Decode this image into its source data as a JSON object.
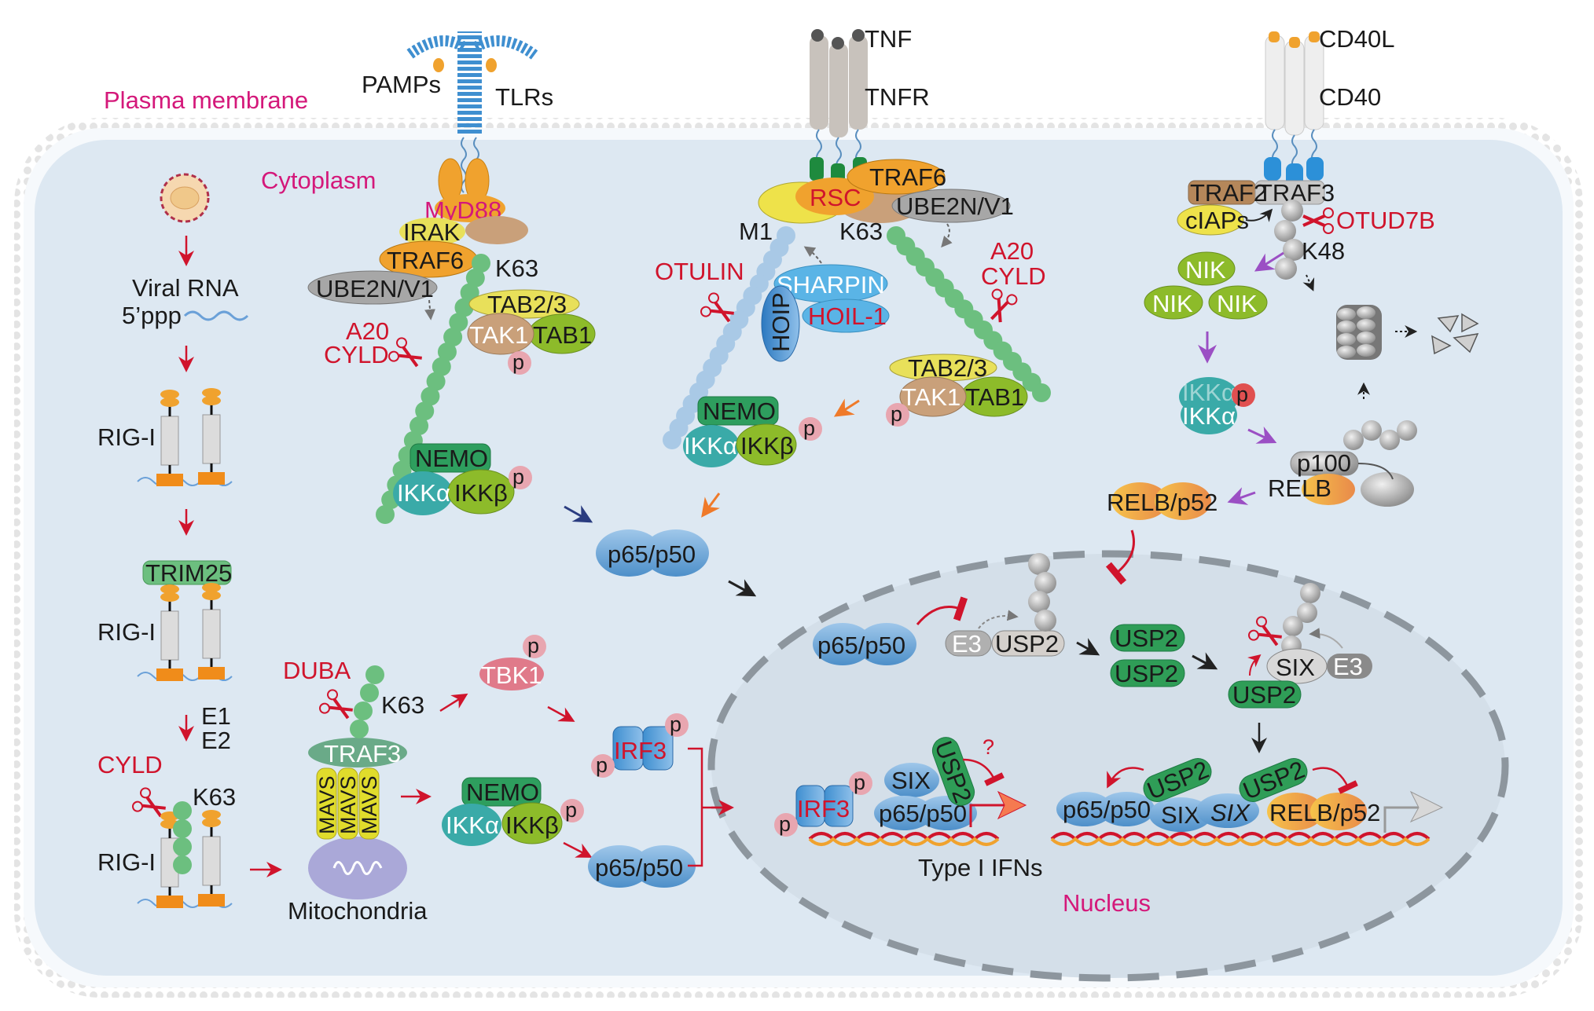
{
  "title": "Ubiquitination and deubiquitination regulating innate immune / NF-κB signaling",
  "compartments": {
    "plasma_membrane": "Plasma membrane",
    "cytoplasm": "Cytoplasm",
    "nucleus": "Nucleus",
    "mitochondria": "Mitochondria"
  },
  "receptors": {
    "pamps": "PAMPs",
    "tlrs": "TLRs",
    "tnf": "TNF",
    "tnfr": "TNFR",
    "cd40l": "CD40L",
    "cd40": "CD40"
  },
  "rig_pathway": {
    "viral_rna": "Viral RNA",
    "ppp": "5’ppp",
    "rig_i": "RIG-I",
    "trim25": "TRIM25",
    "e1": "E1",
    "e2": "E2",
    "cyld": "CYLD",
    "k63": "K63",
    "duba": "DUBA",
    "k63_traf3": "K63",
    "traf3": "TRAF3",
    "mavs": "MAVS",
    "tbk1": "TBK1",
    "irf3": "IRF3",
    "nemo": "NEMO",
    "ikka": "IKKα",
    "ikkb": "IKKβ",
    "p65p50": "p65/p50",
    "p": "p"
  },
  "tlr_pathway": {
    "myd88": "MyD88",
    "irak": "IRAK",
    "traf6": "TRAF6",
    "ube2n": "UBE2N/V1",
    "k63": "K63",
    "tab23": "TAB2/3",
    "tak1": "TAK1",
    "tab1": "TAB1",
    "a20": "A20",
    "cyld": "CYLD",
    "nemo": "NEMO",
    "ikka": "IKKα",
    "ikkb": "IKKβ",
    "p": "p"
  },
  "tnf_pathway": {
    "traf6": "TRAF6",
    "rsc": "RSC",
    "ube2n": "UBE2N/V1",
    "m1": "M1",
    "k63": "K63",
    "otulin": "OTULIN",
    "sharpin": "SHARPIN",
    "hoip": "HOIP",
    "hoil1": "HOIL-1",
    "a20": "A20",
    "cyld": "CYLD",
    "tab23": "TAB2/3",
    "tak1": "TAK1",
    "tab1": "TAB1",
    "nemo": "NEMO",
    "ikka": "IKKα",
    "ikkb": "IKKβ",
    "p": "p",
    "p65p50": "p65/p50"
  },
  "cd40_pathway": {
    "traf2": "TRAF2",
    "traf3": "TRAF3",
    "ciaps": "cIAPs",
    "otud7b": "OTUD7B",
    "k48": "K48",
    "nik": "NIK",
    "ikka": "IKKα",
    "p": "p",
    "p100": "p100",
    "relb": "RELB",
    "relb_p52": "RELB/p52"
  },
  "nucleus_content": {
    "p65p50": "p65/p50",
    "e3": "E3",
    "usp2": "USP2",
    "six": "SIX",
    "irf3": "IRF3",
    "type_i_ifns": "Type I IFNs",
    "question": "?",
    "relb_p52": "RELB/p52",
    "p": "p"
  },
  "colors": {
    "cytoplasm": "#dde8f2",
    "nucleus": "#d4dfe9",
    "k63_chain": "#6cbf7f",
    "m1_chain": "#a9c9e6",
    "k48_chain": "#a9a9a9",
    "dub_red": "#d0142c",
    "compartment_label": "#d4187a",
    "traf6": "#f0a22e",
    "nemo": "#2e9e5e",
    "ikka": "#3aaaa8",
    "ikkb": "#8dbb2a",
    "usp2": "#2f9d57",
    "p_badge": "#e8a6b0"
  }
}
